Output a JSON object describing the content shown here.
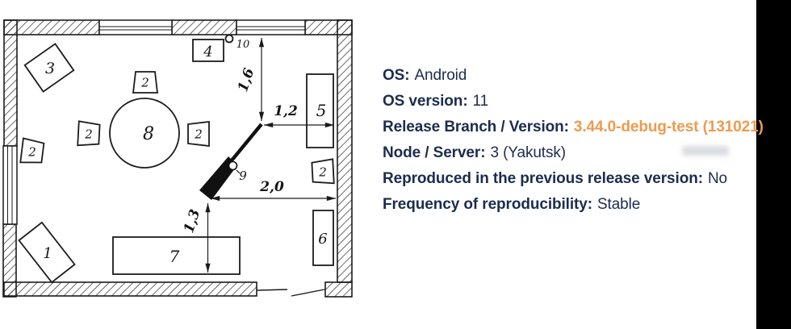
{
  "colors": {
    "text": "#1c2c4e",
    "highlight": "#ee9b4e",
    "strip": "#000000"
  },
  "panel": {
    "fields": [
      {
        "label": "OS:",
        "value": "Android"
      },
      {
        "label": "OS version:",
        "value": "11"
      },
      {
        "label": "Release Branch / Version:",
        "value": "3.44.0-debug-test (131021)"
      },
      {
        "label": "Node / Server:",
        "value": "3 (Yakutsk)"
      },
      {
        "label": "Reproduced in the previous release version:",
        "value": "No"
      },
      {
        "label": "Frequency of reproducibility:",
        "value": "Stable"
      }
    ]
  },
  "diagram": {
    "labels": {
      "item1": "1",
      "chair": "2",
      "item3": "3",
      "item4": "4",
      "item5": "5",
      "item6": "6",
      "item7": "7",
      "table": "8",
      "rifle": "9",
      "item10": "10"
    },
    "dimensions": {
      "top_vertical": "1,6",
      "upper_horizontal": "1,2",
      "lower_horizontal": "2,0",
      "lower_vertical": "1,3"
    }
  }
}
